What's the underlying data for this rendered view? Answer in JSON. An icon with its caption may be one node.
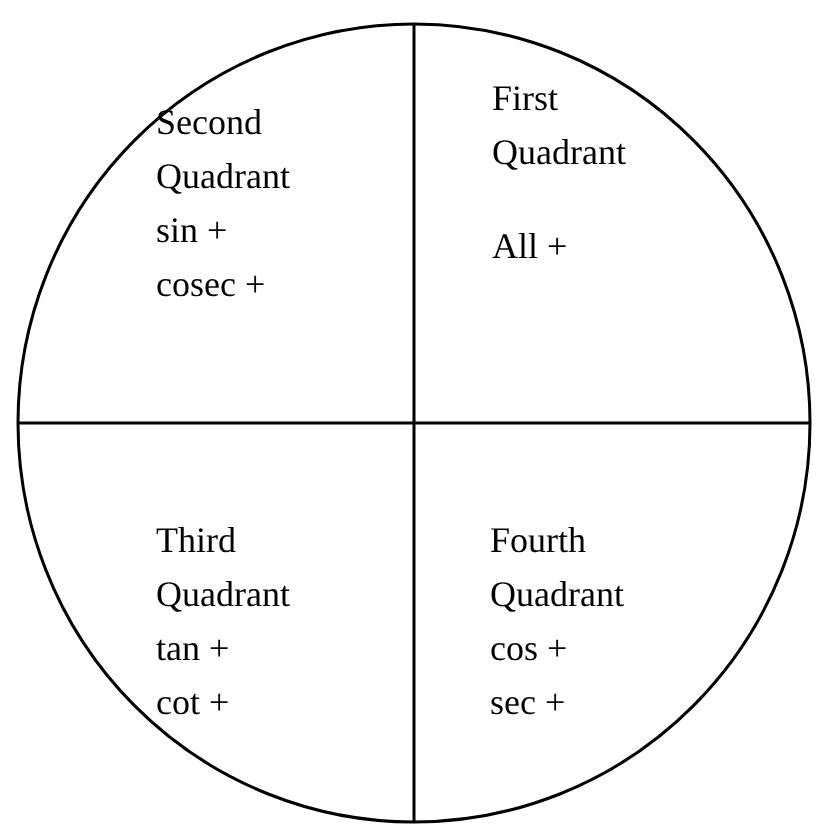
{
  "diagram": {
    "nodes": [
      {
        "text": [],
        "shape": "circle"
      },
      {
        "text": [
          "Second Quadrant",
          "sin + cosec +"
        ],
        "in": 0
      },
      {
        "text": [
          "First Quadrant",
          "All +"
        ],
        "in": 0
      },
      {
        "text": [
          "Third Quadrant",
          "tan + cot +"
        ],
        "in": 0
      },
      {
        "text": [
          "Fourth Quadrant",
          "cos + sec +"
        ],
        "in": 0
      }
    ],
    "edges": []
  }
}
